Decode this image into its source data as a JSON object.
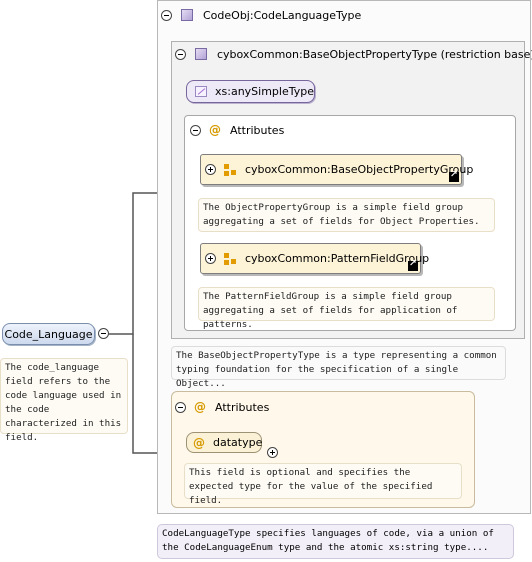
{
  "root": {
    "label": "Code_Language",
    "doc": "The code_language field refers to the code language used in the code characterized in this field."
  },
  "complex_type": {
    "title": "CodeObj:CodeLanguageType",
    "doc": "CodeLanguageType specifies languages of code, via a union of the CodeLanguageEnum type and the atomic xs:string type...."
  },
  "restriction": {
    "title": "cyboxCommon:BaseObjectPropertyType (restriction base)",
    "simple_type": "xs:anySimpleType",
    "doc": "The BaseObjectPropertyType is a type representing a common typing foundation for the specification of a single Object..."
  },
  "attributes_inner": {
    "title": "Attributes",
    "groups": [
      {
        "label": "cyboxCommon:BaseObjectPropertyGroup",
        "doc": "The ObjectPropertyGroup is a simple field group aggregating a set of fields for Object Properties."
      },
      {
        "label": "cyboxCommon:PatternFieldGroup",
        "doc": "The PatternFieldGroup is a simple field group aggregating a set of fields for application of patterns."
      }
    ]
  },
  "attributes_outer": {
    "title": "Attributes",
    "attribute": {
      "label": "datatype",
      "doc": "This field is optional and specifies the expected type for the value of the specified field."
    }
  },
  "icons": {
    "toggle_expanded": "minus-circle-icon",
    "toggle_collapsed": "plus-circle-icon",
    "type": "complex-type-icon",
    "attribute": "at-sign-icon",
    "group": "attribute-group-icon",
    "link": "external-link-icon"
  }
}
